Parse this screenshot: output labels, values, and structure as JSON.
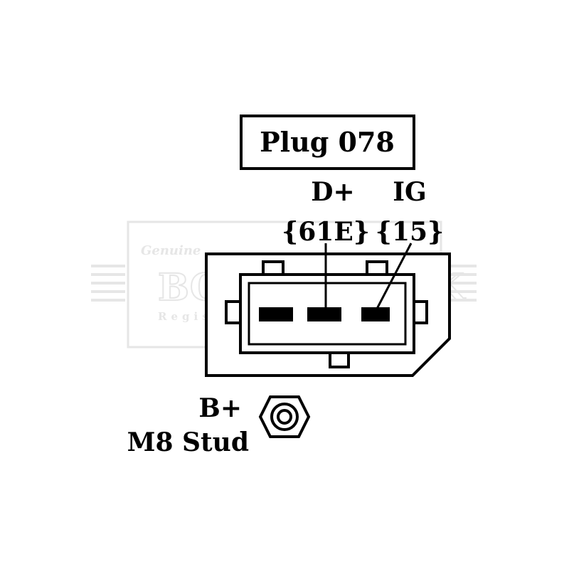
{
  "plug_label": "Plug 078",
  "pins": [
    {
      "name": "D+",
      "code": "{61E}"
    },
    {
      "name": "IG",
      "code": "{15}"
    }
  ],
  "stud": {
    "name": "B+",
    "size": "M8 Stud"
  },
  "watermark": {
    "script": "Genuine",
    "brand": "BORG & BECK",
    "registered": "Registered Trade Mark"
  },
  "colors": {
    "line": "#000000",
    "watermark": "#e6e6e6",
    "background": "#ffffff"
  }
}
